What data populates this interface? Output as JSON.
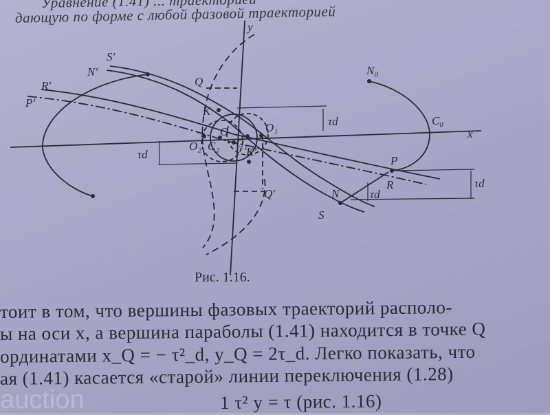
{
  "page": {
    "top_lines": [
      "Уравнение (1.41) ... траекторией",
      "дающую по форме с любой фазовой траекторией"
    ],
    "figure": {
      "axis_labels": {
        "x": "x",
        "y": "y"
      },
      "points": {
        "S_prime": "S'",
        "N_prime": "N'",
        "R_prime": "R'",
        "P_prime": "P'",
        "Q": "Q",
        "K": "K",
        "O": "O",
        "O1": "O₁",
        "O2": "O₂",
        "C1": "C₁",
        "C2": "C₂",
        "K_prime": "K'",
        "Q_prime": "Q'",
        "N0": "N₀",
        "C0": "C₀",
        "P": "P",
        "R": "R",
        "N": "N",
        "S": "S"
      },
      "tau": "τd",
      "caption": "Рис. 1.16."
    },
    "body_lines": [
      "тоит в том, что вершины фазовых траекторий располо-",
      "ы на оси x, а вершина параболы (1.41) находится в точке Q",
      "ординатами  x_Q = − τ²_d,  y_Q = 2τ_d. Легко показать, что",
      "ая (1.41) касается «старой» линии переключения (1.28)",
      "1   τ²   y = τ  (рис. 1.16)"
    ],
    "watermark": "auction"
  }
}
